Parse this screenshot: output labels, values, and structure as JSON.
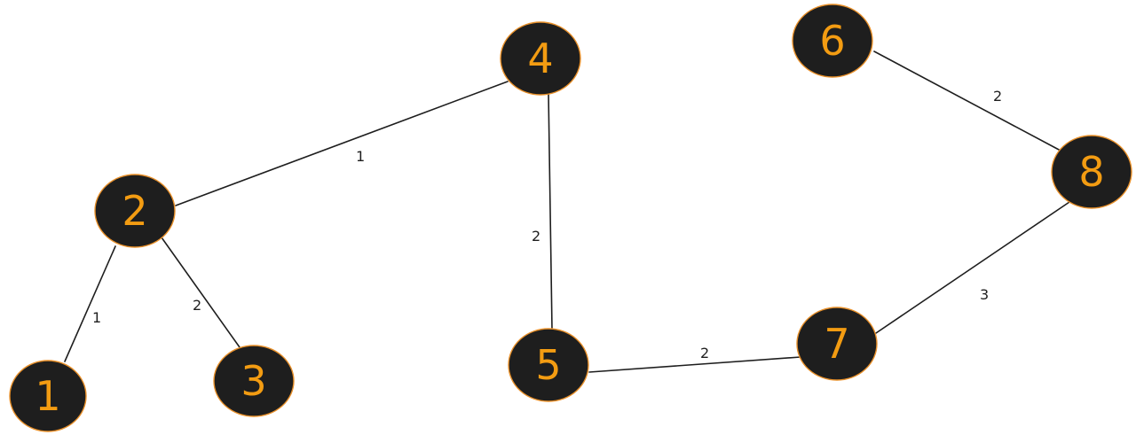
{
  "nodes": [
    {
      "id": "1",
      "label": "1"
    },
    {
      "id": "2",
      "label": "2"
    },
    {
      "id": "3",
      "label": "3"
    },
    {
      "id": "4",
      "label": "4"
    },
    {
      "id": "5",
      "label": "5"
    },
    {
      "id": "6",
      "label": "6"
    },
    {
      "id": "7",
      "label": "7"
    },
    {
      "id": "8",
      "label": "8"
    }
  ],
  "edges": [
    {
      "from": "2",
      "to": "4",
      "weight": "1"
    },
    {
      "from": "2",
      "to": "1",
      "weight": "1"
    },
    {
      "from": "2",
      "to": "3",
      "weight": "2"
    },
    {
      "from": "4",
      "to": "5",
      "weight": "2"
    },
    {
      "from": "5",
      "to": "7",
      "weight": "2"
    },
    {
      "from": "7",
      "to": "8",
      "weight": "3"
    },
    {
      "from": "6",
      "to": "8",
      "weight": "2"
    }
  ],
  "colors": {
    "node_fill": "#1e1e1e",
    "node_label": "#f39c12",
    "node_outline": "#e8902a",
    "edge": "#1e1e1e"
  }
}
